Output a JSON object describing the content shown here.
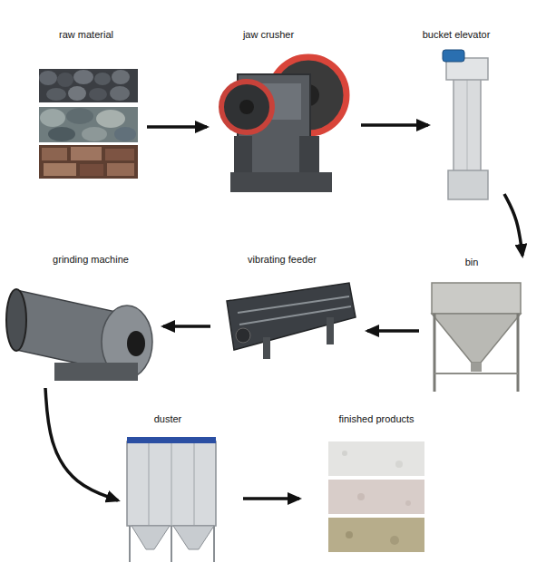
{
  "diagram": {
    "nodes": [
      {
        "text": [
          "raw material"
        ]
      },
      {
        "text": [
          "jaw crusher"
        ]
      },
      {
        "text": [
          "bucket elevator"
        ]
      },
      {
        "text": [
          "bin"
        ]
      },
      {
        "text": [
          "vibrating feeder"
        ]
      },
      {
        "text": [
          "grinding machine"
        ]
      },
      {
        "text": [
          "duster"
        ]
      },
      {
        "text": [
          "finished products"
        ]
      }
    ],
    "edges": [
      {
        "from": 0,
        "to": 1,
        "arrow": "to"
      },
      {
        "from": 1,
        "to": 2,
        "arrow": "to"
      },
      {
        "from": 2,
        "to": 3,
        "arrow": "to"
      },
      {
        "from": 3,
        "to": 4,
        "arrow": "to"
      },
      {
        "from": 4,
        "to": 5,
        "arrow": "to"
      },
      {
        "from": 5,
        "to": 6,
        "arrow": "to"
      },
      {
        "from": 6,
        "to": 7,
        "arrow": "to"
      }
    ]
  }
}
